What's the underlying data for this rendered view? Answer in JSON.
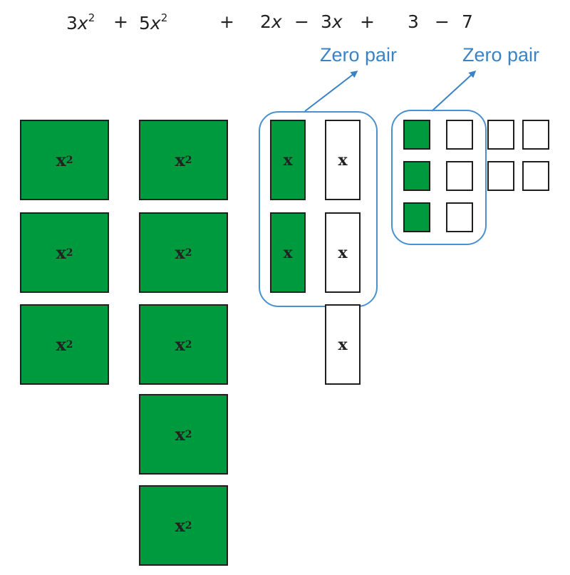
{
  "expression": {
    "t1": "3",
    "t1_var": "x",
    "t1_exp": "2",
    "op1": "+",
    "t2": "5",
    "t2_var": "x",
    "t2_exp": "2",
    "op2": "+",
    "t3": "2",
    "t3_var": "x",
    "op3": "−",
    "t4": "3",
    "t4_var": "x",
    "op4": "+",
    "t5": "3",
    "op5": "−",
    "t6": "7"
  },
  "labels": {
    "zero_pair_1": "Zero pair",
    "zero_pair_2": "Zero pair"
  },
  "tiles": {
    "square_base": "x",
    "square_exp": "2",
    "rod_label": "x"
  },
  "colors": {
    "positive_tile": "#009a3e",
    "negative_tile": "#ffffff",
    "group_outline": "#4a90d0",
    "label_text": "#3b83c4"
  }
}
